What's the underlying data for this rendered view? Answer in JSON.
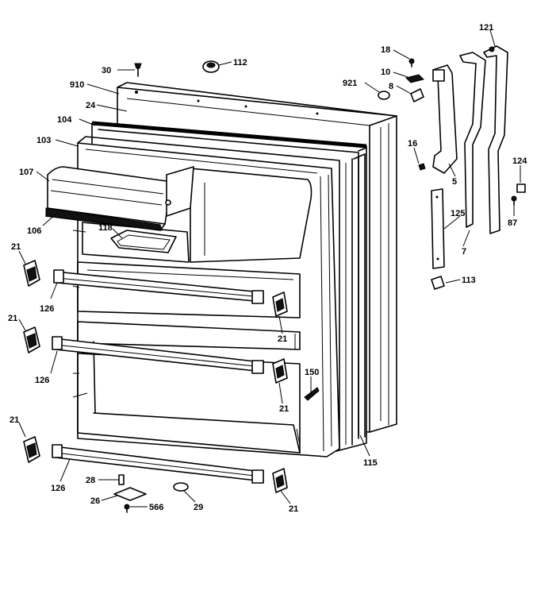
{
  "diagram": {
    "labels": {
      "l30": "30",
      "l112": "112",
      "l910": "910",
      "l24": "24",
      "l104": "104",
      "l103": "103",
      "l107": "107",
      "l106": "106",
      "l118": "118",
      "l21a": "21",
      "l21b": "21",
      "l21c": "21",
      "l21d": "21",
      "l21e": "21",
      "l21f": "21",
      "l126a": "126",
      "l126b": "126",
      "l126c": "126",
      "l28": "28",
      "l26": "26",
      "l566": "566",
      "l29": "29",
      "l150": "150",
      "l115": "115",
      "l18": "18",
      "l10": "10",
      "l8": "8",
      "l921": "921",
      "l16": "16",
      "l5": "5",
      "l121": "121",
      "l124": "124",
      "l87": "87",
      "l125": "125",
      "l7": "7",
      "l113": "113"
    }
  }
}
